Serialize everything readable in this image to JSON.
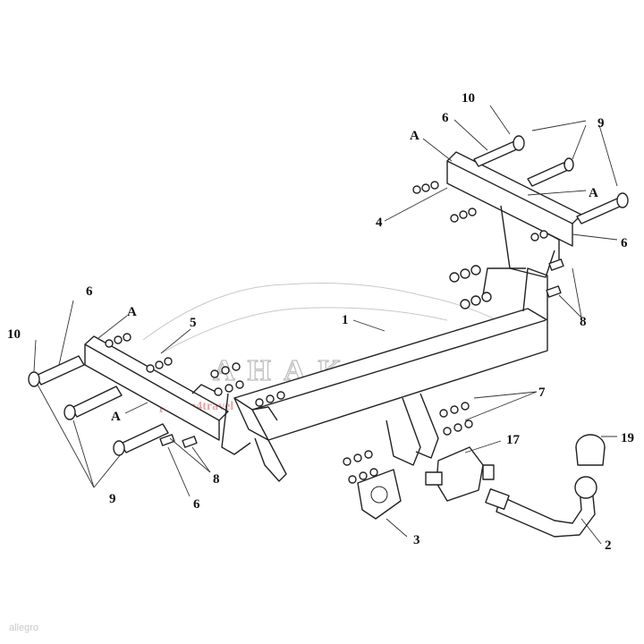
{
  "callouts": {
    "n1": "1",
    "n2": "2",
    "n3": "3",
    "n4": "4",
    "n5": "5",
    "n6a": "6",
    "n6b": "6",
    "n6c": "6",
    "n6d": "6",
    "n7": "7",
    "n8a": "8",
    "n8b": "8",
    "n9a": "9",
    "n9b": "9",
    "n10a": "10",
    "n10b": "10",
    "n17": "17",
    "n19": "19",
    "Aa": "A",
    "Ab": "A",
    "Ac": "A",
    "Ad": "A"
  },
  "watermark": {
    "brand": "AHAKA",
    "sub": "pickup4travel"
  },
  "footer": {
    "tag": "allegro"
  }
}
